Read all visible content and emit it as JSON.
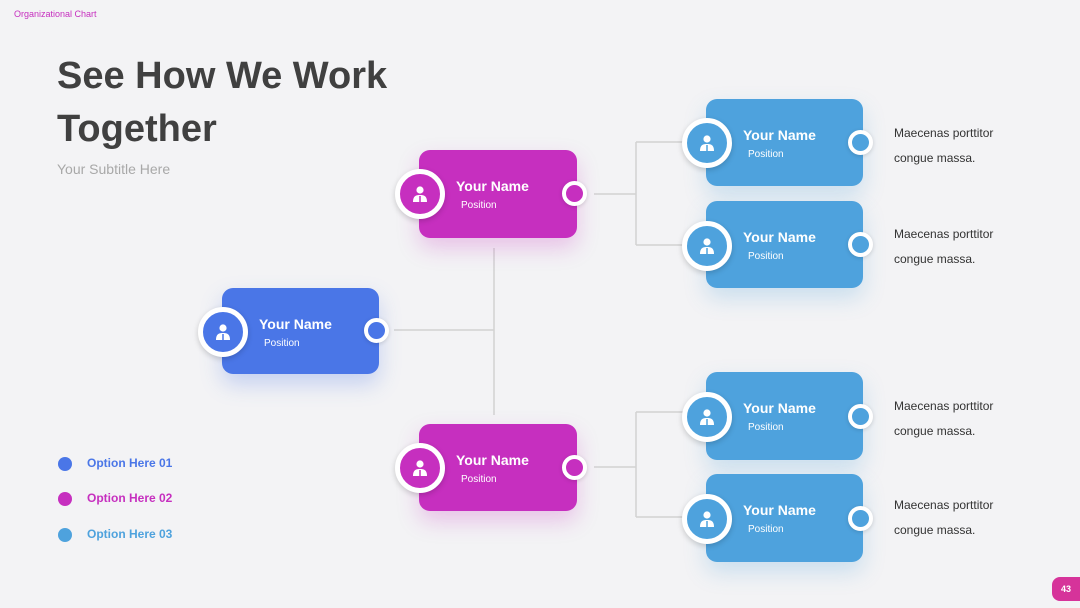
{
  "header": {
    "label": "Organizational Chart"
  },
  "title": "See How We Work Together",
  "subtitle": "Your Subtitle Here",
  "colors": {
    "blue": "#4a76e7",
    "magenta": "#c62fbf",
    "light_blue": "#4ea2dd",
    "connector": "#cfcfcf"
  },
  "nodes": {
    "root": {
      "name": "Your Name",
      "position": "Position"
    },
    "mid_top": {
      "name": "Your Name",
      "position": "Position"
    },
    "mid_bottom": {
      "name": "Your Name",
      "position": "Position"
    },
    "leaf_1": {
      "name": "Your Name",
      "position": "Position",
      "note": "Maecenas porttitor congue massa."
    },
    "leaf_2": {
      "name": "Your Name",
      "position": "Position",
      "note": "Maecenas porttitor congue massa."
    },
    "leaf_3": {
      "name": "Your Name",
      "position": "Position",
      "note": "Maecenas porttitor congue massa."
    },
    "leaf_4": {
      "name": "Your Name",
      "position": "Position",
      "note": "Maecenas porttitor congue massa."
    }
  },
  "legend": [
    {
      "label": "Option Here 01",
      "color": "#4a76e7"
    },
    {
      "label": "Option Here 02",
      "color": "#c62fbf"
    },
    {
      "label": "Option Here 03",
      "color": "#4ea2dd"
    }
  ],
  "page_number": "43",
  "icons": {
    "avatar": "user-icon"
  }
}
